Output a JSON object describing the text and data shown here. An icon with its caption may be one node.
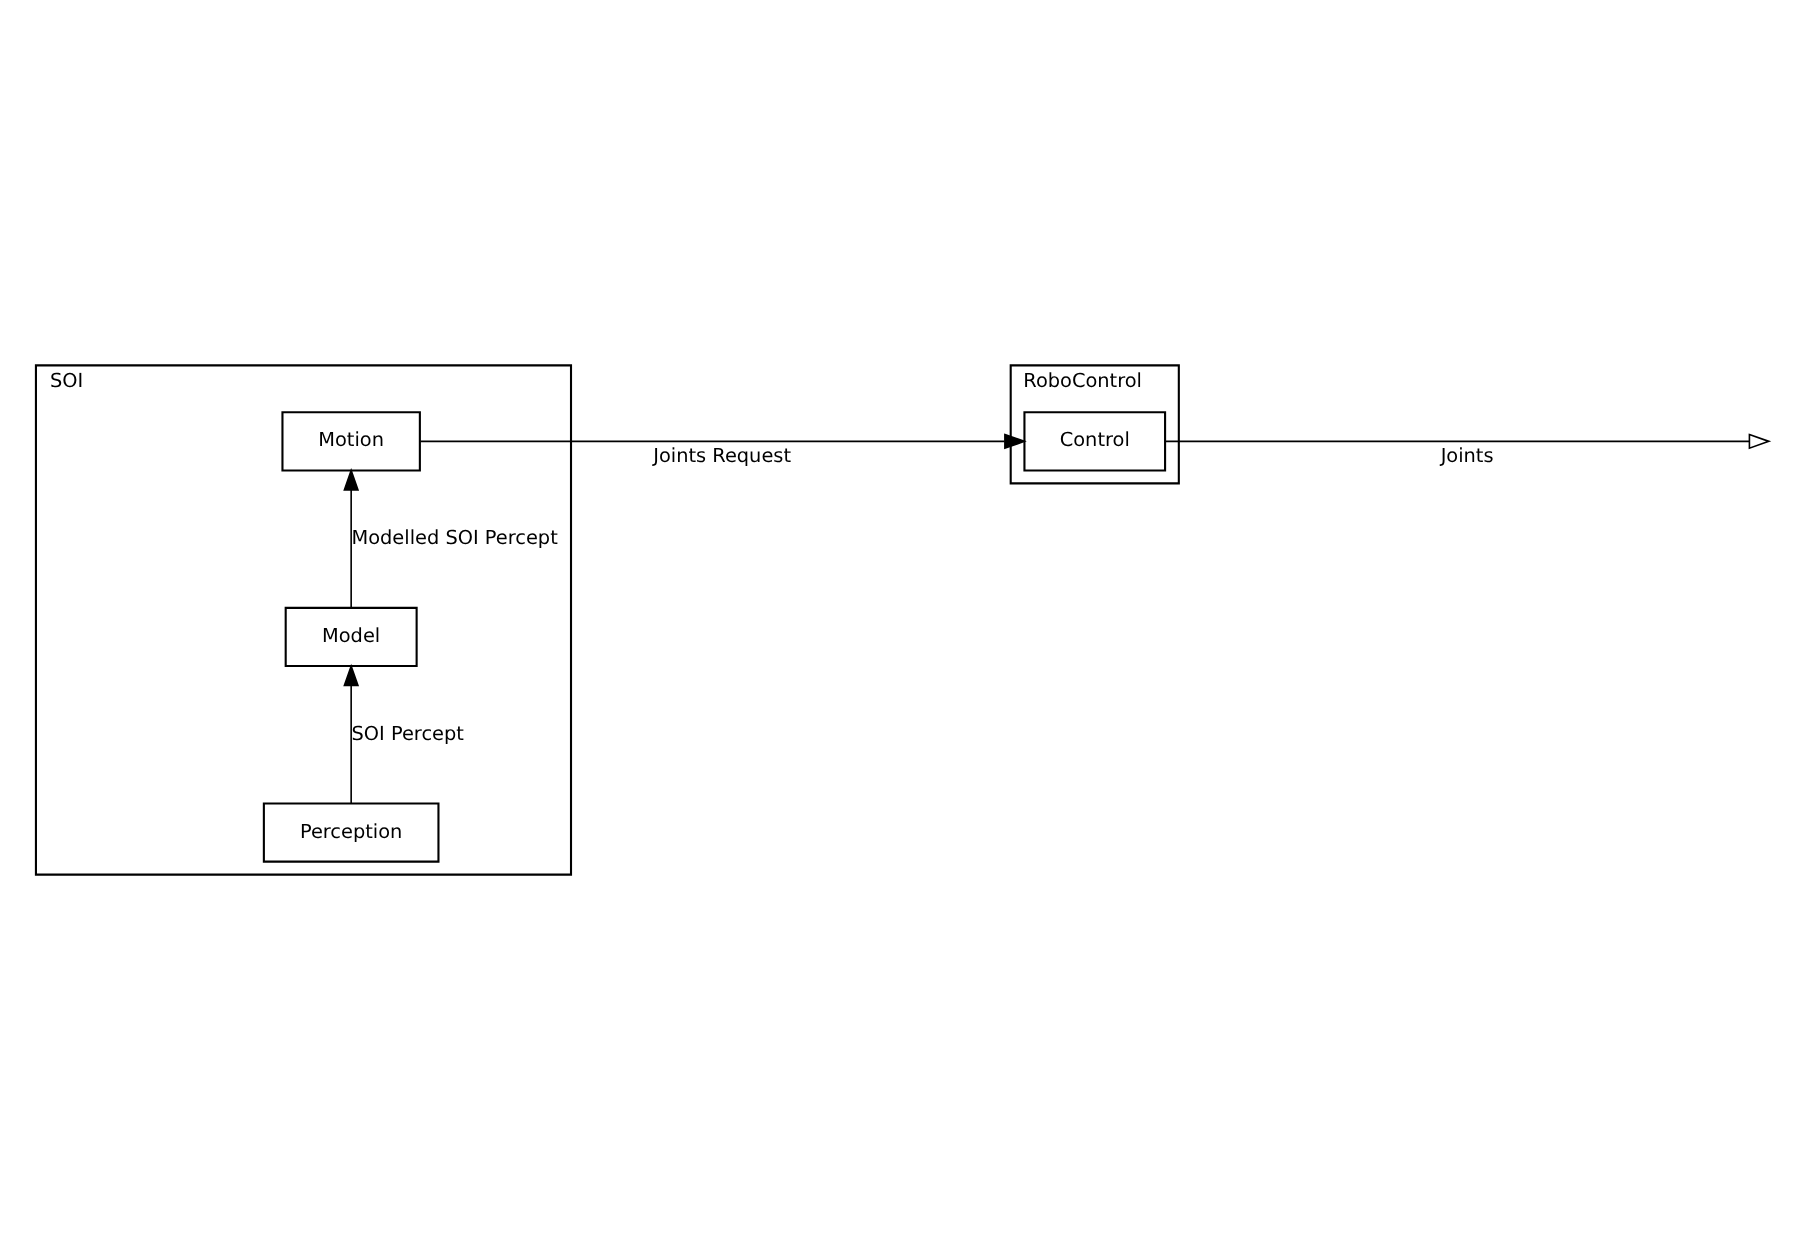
{
  "diagram": {
    "nodes": [
      {
        "text": [
          "SOI"
        ]
      },
      {
        "text": [
          "Motion"
        ],
        "in": 0
      },
      {
        "text": [
          "Model"
        ],
        "in": 0
      },
      {
        "text": [
          "Perception"
        ],
        "in": 0
      },
      {
        "text": [
          "RoboControl"
        ]
      },
      {
        "text": [
          "Control"
        ],
        "in": 4
      }
    ],
    "edges": [
      {
        "from": 3,
        "to": 2,
        "arrow": "to",
        "label": "SOI Percept"
      },
      {
        "from": 2,
        "to": 1,
        "arrow": "to",
        "label": "Modelled SOI Percept"
      },
      {
        "from": 1,
        "to": 5,
        "arrow": "to",
        "label": "Joints Request"
      },
      {
        "from": 5,
        "to": null,
        "arrow": "to",
        "label": "Joints"
      }
    ]
  }
}
